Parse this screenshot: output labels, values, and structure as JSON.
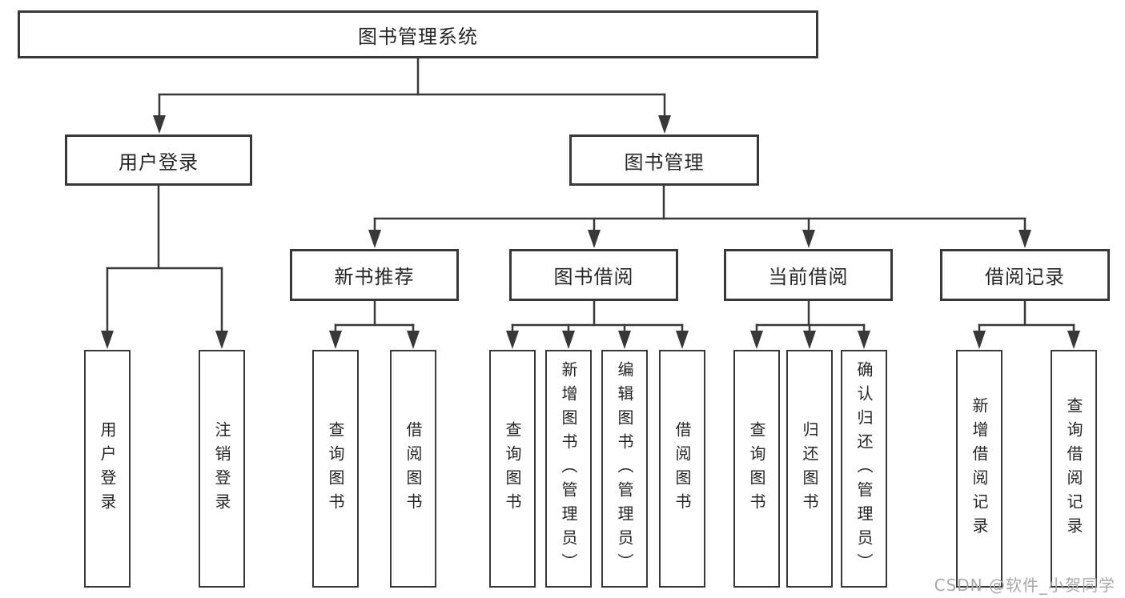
{
  "diagram_title": "图书管理系统",
  "nodes": {
    "root": "图书管理系统",
    "level2": {
      "user_login": "用户登录",
      "book_management": "图书管理"
    },
    "level3": {
      "new_book_recommend": "新书推荐",
      "book_borrow": "图书借阅",
      "current_borrow": "当前借阅",
      "borrow_record": "借阅记录"
    },
    "leaves": {
      "user_login": [
        "用户登录",
        "注销登录"
      ],
      "new_book_recommend": [
        "查询图书",
        "借阅图书"
      ],
      "book_borrow": [
        "查询图书",
        "新增图书（管理员）",
        "编辑图书（管理员）",
        "借阅图书"
      ],
      "current_borrow": [
        "查询图书",
        "归还图书",
        "确认归还（管理员）"
      ],
      "borrow_record": [
        "新增借阅记录",
        "查询借阅记录"
      ]
    }
  },
  "watermark": "CSDN @软件_小贺同学",
  "colors": {
    "line": "#383838",
    "box_border": "#383838",
    "text": "#262626",
    "watermark": "#a8a8a8",
    "background": "#ffffff"
  }
}
